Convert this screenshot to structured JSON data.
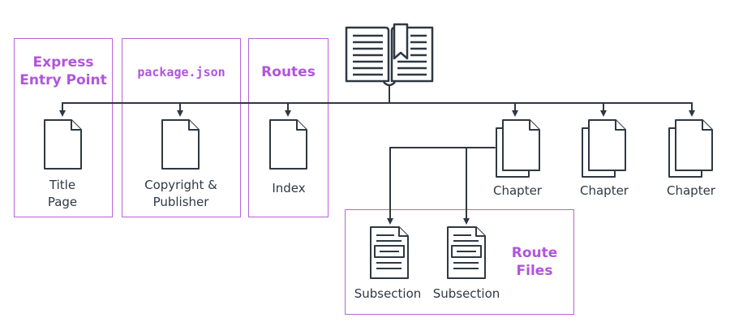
{
  "colors": {
    "accent": "#b155db",
    "box_border": "#b864d8",
    "line": "#2f3842",
    "icon_fill": "#ffffff"
  },
  "groups": {
    "express": {
      "title_line1": "Express",
      "title_line2": "Entry Point"
    },
    "package": {
      "title": "package.json"
    },
    "routes": {
      "title": "Routes"
    },
    "route_files": {
      "title_line1": "Route",
      "title_line2": "Files"
    }
  },
  "root": {
    "icon": "open-book-icon"
  },
  "nodes": {
    "title_page": {
      "line1": "Title",
      "line2": "Page",
      "icon": "document-icon"
    },
    "copyright": {
      "line1": "Copyright &",
      "line2": "Publisher",
      "icon": "document-icon"
    },
    "index": {
      "label": "Index",
      "icon": "document-icon"
    },
    "chapter_1": {
      "label": "Chapter",
      "icon": "stacked-documents-icon"
    },
    "chapter_2": {
      "label": "Chapter",
      "icon": "stacked-documents-icon"
    },
    "chapter_3": {
      "label": "Chapter",
      "icon": "stacked-documents-icon"
    },
    "subsection_1": {
      "label": "Subsection",
      "icon": "text-document-icon"
    },
    "subsection_2": {
      "label": "Subsection",
      "icon": "text-document-icon"
    }
  }
}
